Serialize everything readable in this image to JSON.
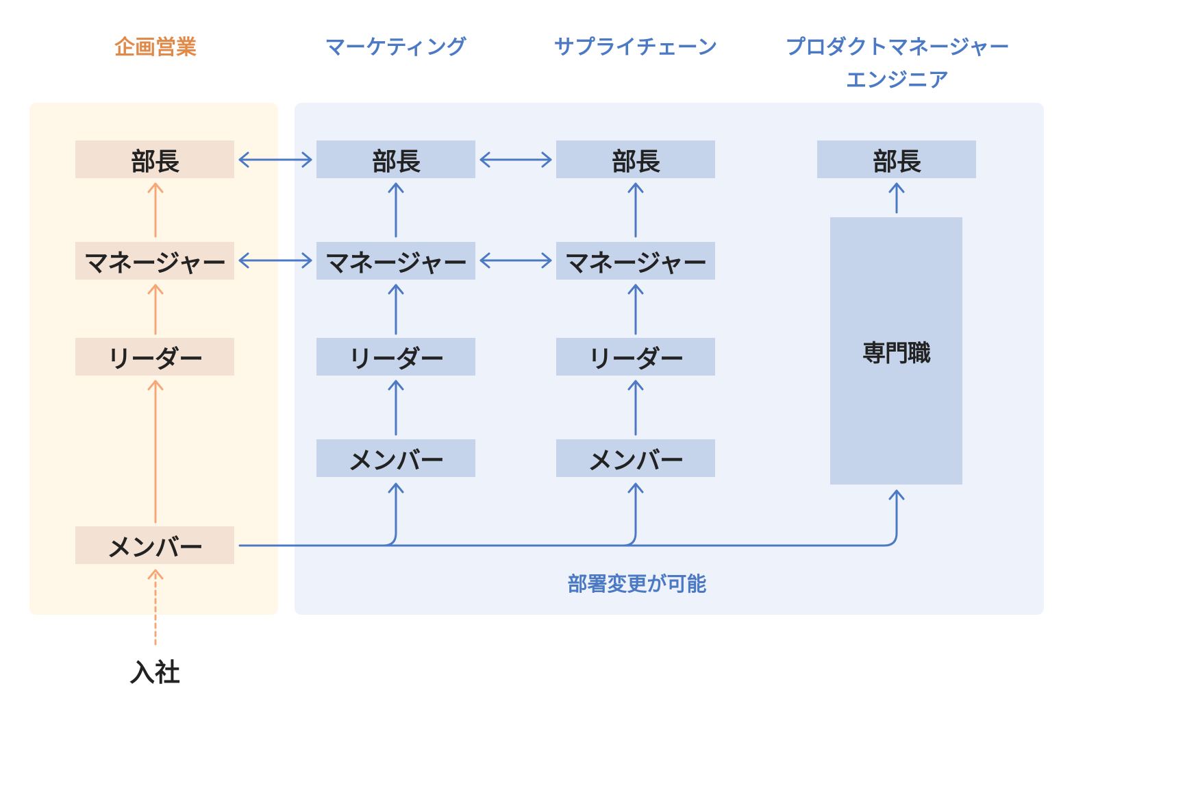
{
  "columns": {
    "sales": {
      "title": "企画営業",
      "levels": {
        "head": "部長",
        "manager": "マネージャー",
        "leader": "リーダー",
        "member": "メンバー"
      }
    },
    "marketing": {
      "title": "マーケティング",
      "levels": {
        "head": "部長",
        "manager": "マネージャー",
        "leader": "リーダー",
        "member": "メンバー"
      }
    },
    "supply_chain": {
      "title": "サプライチェーン",
      "levels": {
        "head": "部長",
        "manager": "マネージャー",
        "leader": "リーダー",
        "member": "メンバー"
      }
    },
    "pm_engineer": {
      "title_line1": "プロダクトマネージャー",
      "title_line2": "エンジニア",
      "levels": {
        "head": "部長",
        "specialist": "専門職"
      }
    }
  },
  "caption": "部署変更が可能",
  "entry_label": "入社",
  "colors": {
    "orange": "#e08a4a",
    "blue": "#4c79c4",
    "peach_box": "#f3e1d3",
    "blue_box": "#c5d3eb",
    "sales_bg": "#fff8e8",
    "other_bg": "#eef3fb",
    "orange_arrow": "#f4a878"
  }
}
